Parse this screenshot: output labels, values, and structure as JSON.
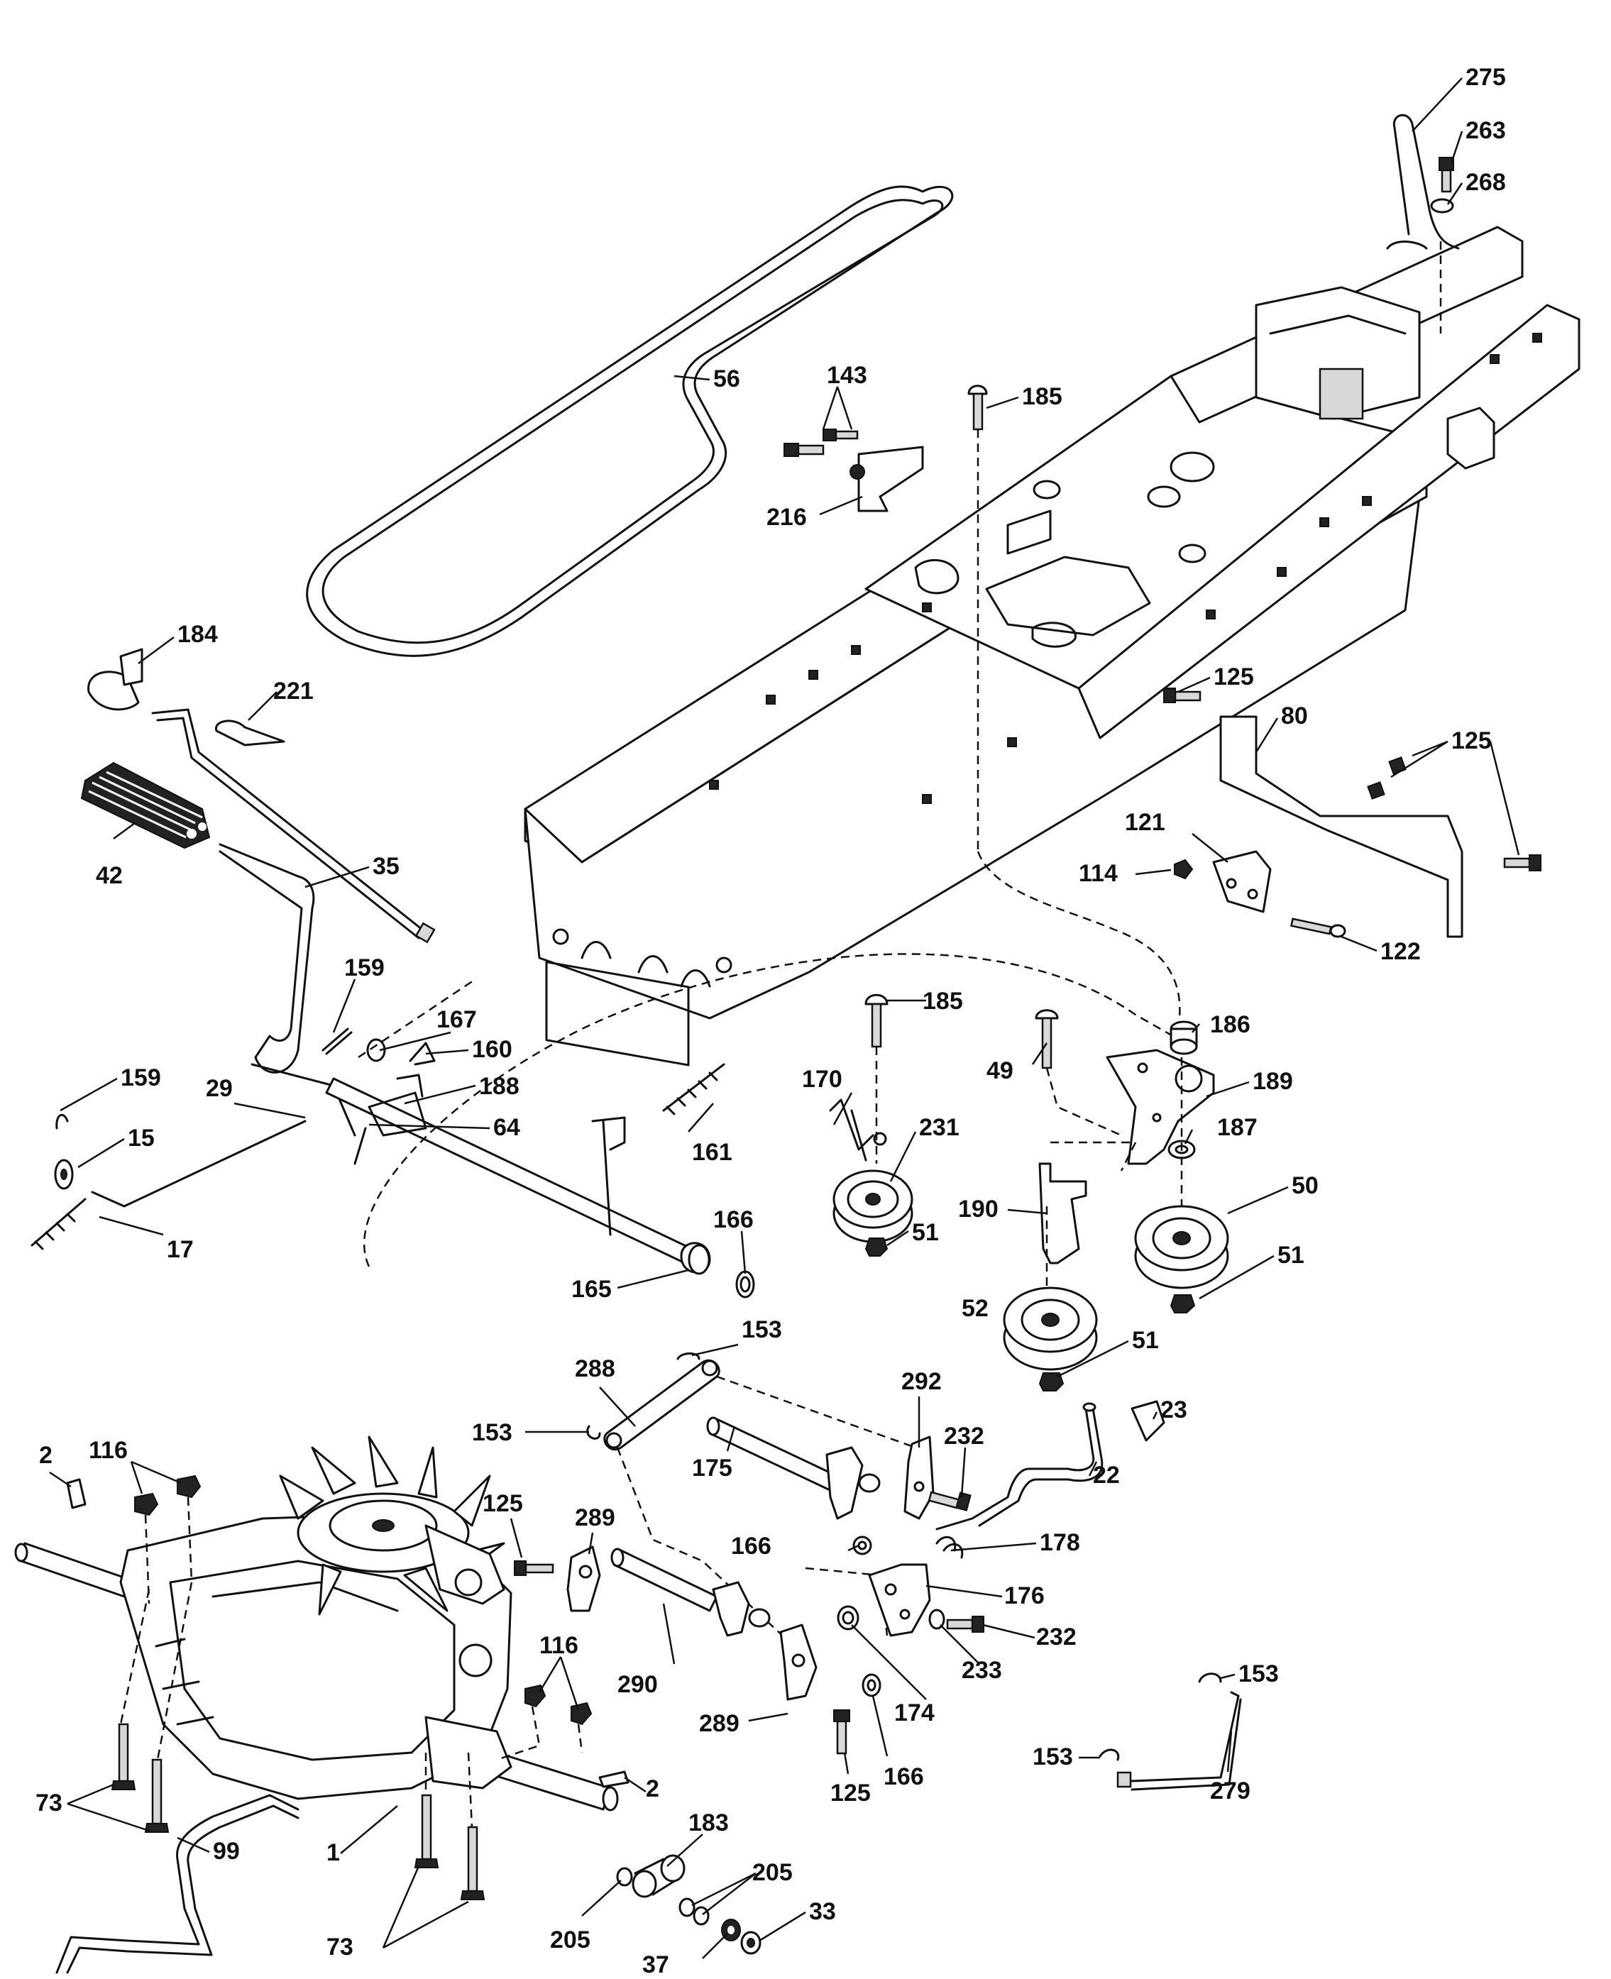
{
  "diagram": {
    "labels": [
      "275",
      "263",
      "268",
      "56",
      "143",
      "185",
      "216",
      "184",
      "221",
      "125",
      "80",
      "125",
      "121",
      "114",
      "122",
      "42",
      "35",
      "159",
      "167",
      "160",
      "185",
      "186",
      "49",
      "189",
      "170",
      "231",
      "187",
      "159",
      "29",
      "188",
      "64",
      "15",
      "161",
      "166",
      "50",
      "190",
      "51",
      "17",
      "165",
      "51",
      "52",
      "51",
      "153",
      "288",
      "292",
      "153",
      "23",
      "232",
      "22",
      "175",
      "2",
      "116",
      "125",
      "289",
      "166",
      "178",
      "176",
      "232",
      "233",
      "116",
      "290",
      "174",
      "289",
      "166",
      "125",
      "153",
      "153",
      "279",
      "73",
      "2",
      "183",
      "99",
      "1",
      "205",
      "33",
      "205",
      "73",
      "37"
    ]
  }
}
